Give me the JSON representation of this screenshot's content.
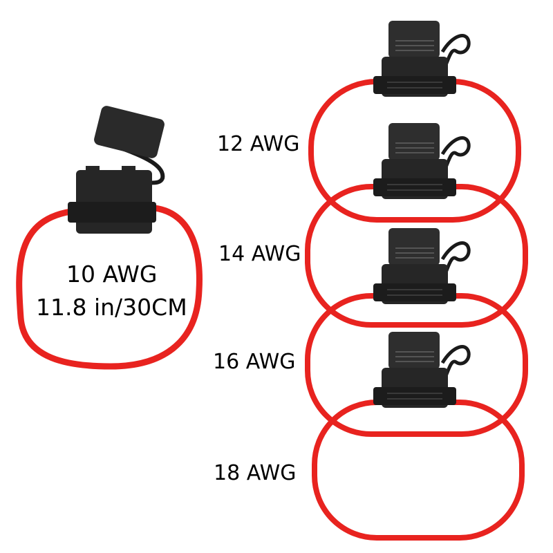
{
  "colors": {
    "wire": "#e8231f",
    "wire_highlight": "#ff6a5e",
    "holder": "#2a2a2a",
    "holder_dark": "#141414"
  },
  "loops": [
    {
      "gauge_label": "10 AWG",
      "length_label": "11.8 in/30CM"
    },
    {
      "gauge_label": "12 AWG"
    },
    {
      "gauge_label": "14 AWG"
    },
    {
      "gauge_label": "16 AWG"
    },
    {
      "gauge_label": "18 AWG"
    }
  ]
}
